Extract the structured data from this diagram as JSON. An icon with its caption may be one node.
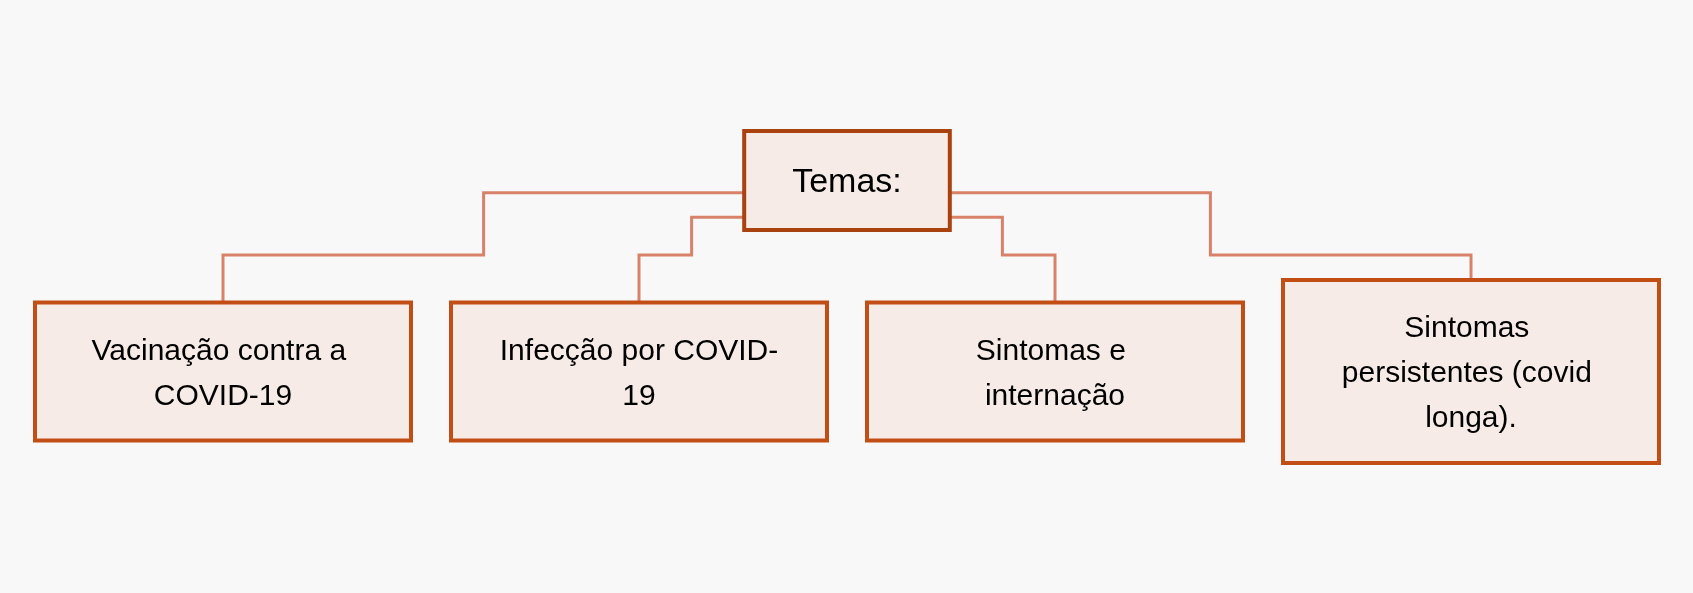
{
  "diagram": {
    "nodes": [
      {
        "text": [
          "Temas:"
        ]
      },
      {
        "text": [
          "Vacinação contra a COVID-19"
        ]
      },
      {
        "text": [
          "Infecção por COVID-19"
        ]
      },
      {
        "text": [
          "Sintomas e internação"
        ]
      },
      {
        "text": [
          "Sintomas persistentes (covid longa)."
        ]
      }
    ],
    "edges": [
      {
        "from": 0,
        "to": 1,
        "arrow": "none"
      },
      {
        "from": 0,
        "to": 2,
        "arrow": "none"
      },
      {
        "from": 0,
        "to": 3,
        "arrow": "none"
      },
      {
        "from": 0,
        "to": 4,
        "arrow": "none"
      }
    ]
  }
}
